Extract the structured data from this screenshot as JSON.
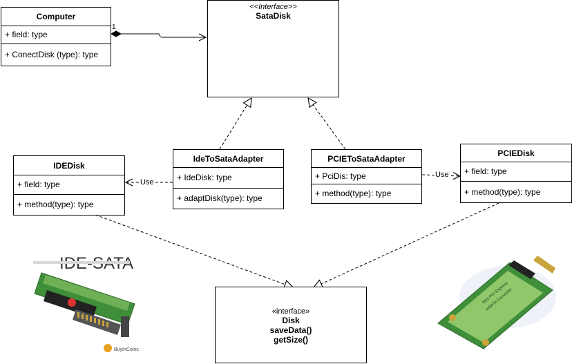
{
  "classes": {
    "computer": {
      "name": "Computer",
      "field": "+ field: type",
      "method": "+ ConectDisk (type): type"
    },
    "ide_disk": {
      "name": "IDEDisk",
      "field": "+ field: type",
      "method": "+ method(type): type"
    },
    "ide_adapter": {
      "name": "IdeToSataAdapter",
      "field": "+ IdeDisk: type",
      "method": "+ adaptDisk(type): type"
    },
    "pcie_adapter": {
      "name": "PCIEToSataAdapter",
      "field": "+ PciDis: type",
      "method": "+ method(type): type"
    },
    "pcie_disk": {
      "name": "PCIEDisk",
      "field": "+ field: type",
      "method": "+ method(type): type"
    }
  },
  "interfaces": {
    "sata_disk": {
      "stereotype": "<<Interface>>",
      "name": "SataDisk"
    },
    "disk": {
      "stereotype": "«interface»",
      "name": "Disk",
      "methods": [
        "saveData()",
        "getSize()"
      ]
    }
  },
  "edges": {
    "use_label_left": "Use",
    "use_label_right": "Use",
    "multiplicity": "1"
  },
  "photos": {
    "ide_sata": {
      "label": "IDE-SATA",
      "watermark": "BuyInCoins"
    },
    "msata": {
      "card_text_1": "Mini PCI Express",
      "card_text_2": "mSATA Converter"
    }
  },
  "colors": {
    "line": "#000000",
    "pcb_green": "#3f8f3a",
    "pcb_light": "#8fc76a",
    "gold": "#c9a43a"
  }
}
